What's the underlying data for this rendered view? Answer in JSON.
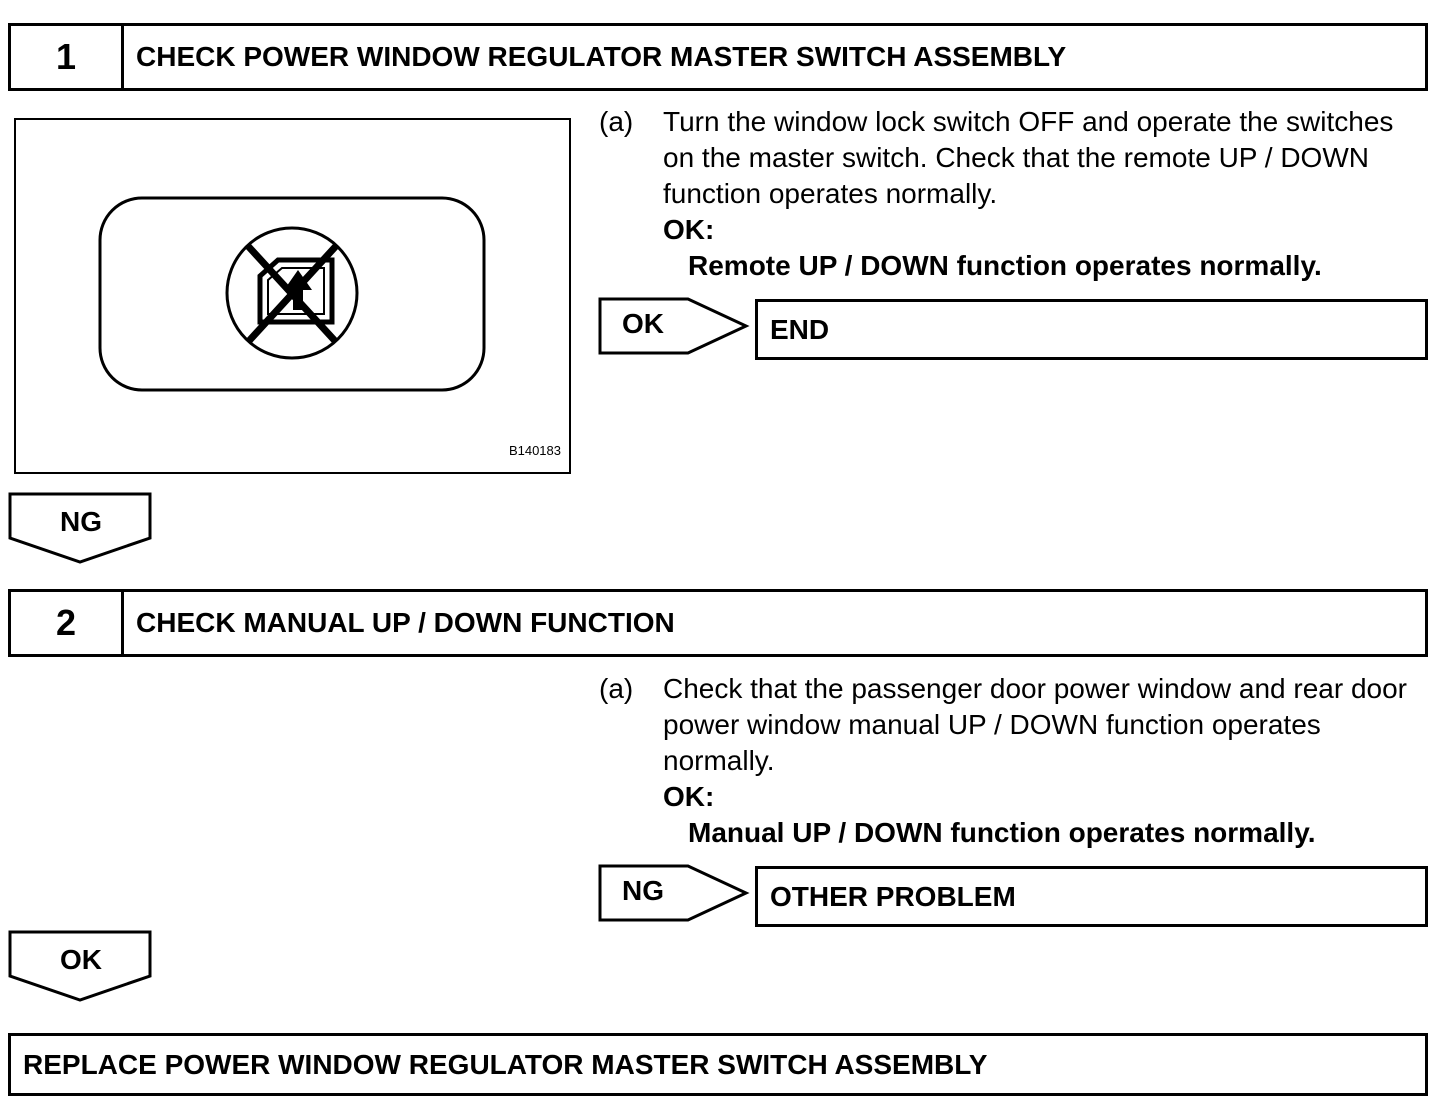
{
  "step1": {
    "number": "1",
    "title": "CHECK POWER WINDOW REGULATOR MASTER SWITCH ASSEMBLY",
    "figure_code": "B140183",
    "item_label": "(a)",
    "instruction": "Turn the window lock switch OFF and operate the switches on the master switch. Check that the remote UP / DOWN function operates normally.",
    "ok_label": "OK:",
    "ok_spec": "Remote UP / DOWN function operates normally.",
    "side_result": "OK",
    "side_target": "END",
    "down_result": "NG"
  },
  "step2": {
    "number": "2",
    "title": "CHECK MANUAL UP / DOWN FUNCTION",
    "item_label": "(a)",
    "instruction": "Check that the passenger door power window and rear door power window manual UP / DOWN function operates normally.",
    "ok_label": "OK:",
    "ok_spec": "Manual UP / DOWN function operates normally.",
    "side_result": "NG",
    "side_target": "OTHER PROBLEM",
    "down_result": "OK"
  },
  "final": {
    "action": "REPLACE POWER WINDOW REGULATOR MASTER SWITCH ASSEMBLY"
  }
}
